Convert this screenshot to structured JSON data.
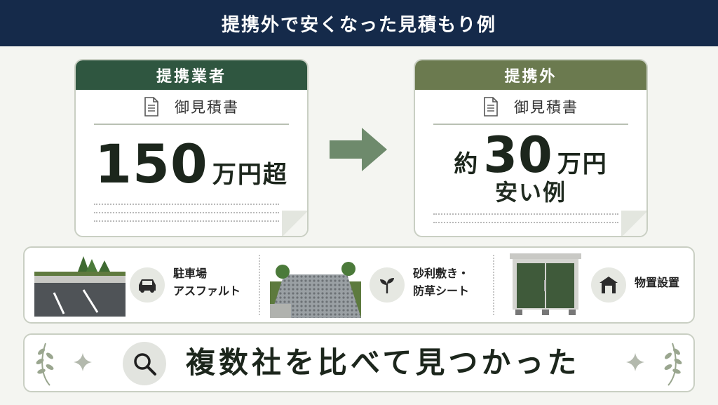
{
  "header": {
    "title": "提携外で安くなった見積もり例"
  },
  "left_card": {
    "label": "提携業者",
    "doc_label": "御見積書",
    "amount": "150",
    "unit": "万円超"
  },
  "right_card": {
    "label": "提携外",
    "doc_label": "御見積書",
    "prefix": "約",
    "amount": "30",
    "unit": "万円",
    "subline": "安い例"
  },
  "services": [
    {
      "line1": "駐車場",
      "line2": "アスファルト",
      "icon": "car-icon"
    },
    {
      "line1": "砂利敷き・",
      "line2": "防草シート",
      "icon": "sprout-icon"
    },
    {
      "line1": "物置設置",
      "line2": "",
      "icon": "shed-icon"
    }
  ],
  "bottom": {
    "text": "複数社を比べて見つかった",
    "icon": "magnifier-icon"
  },
  "colors": {
    "header_bg": "#152a4a",
    "left_accent": "#2f5640",
    "right_accent": "#6b7a4f",
    "arrow": "#6e8a6c"
  }
}
